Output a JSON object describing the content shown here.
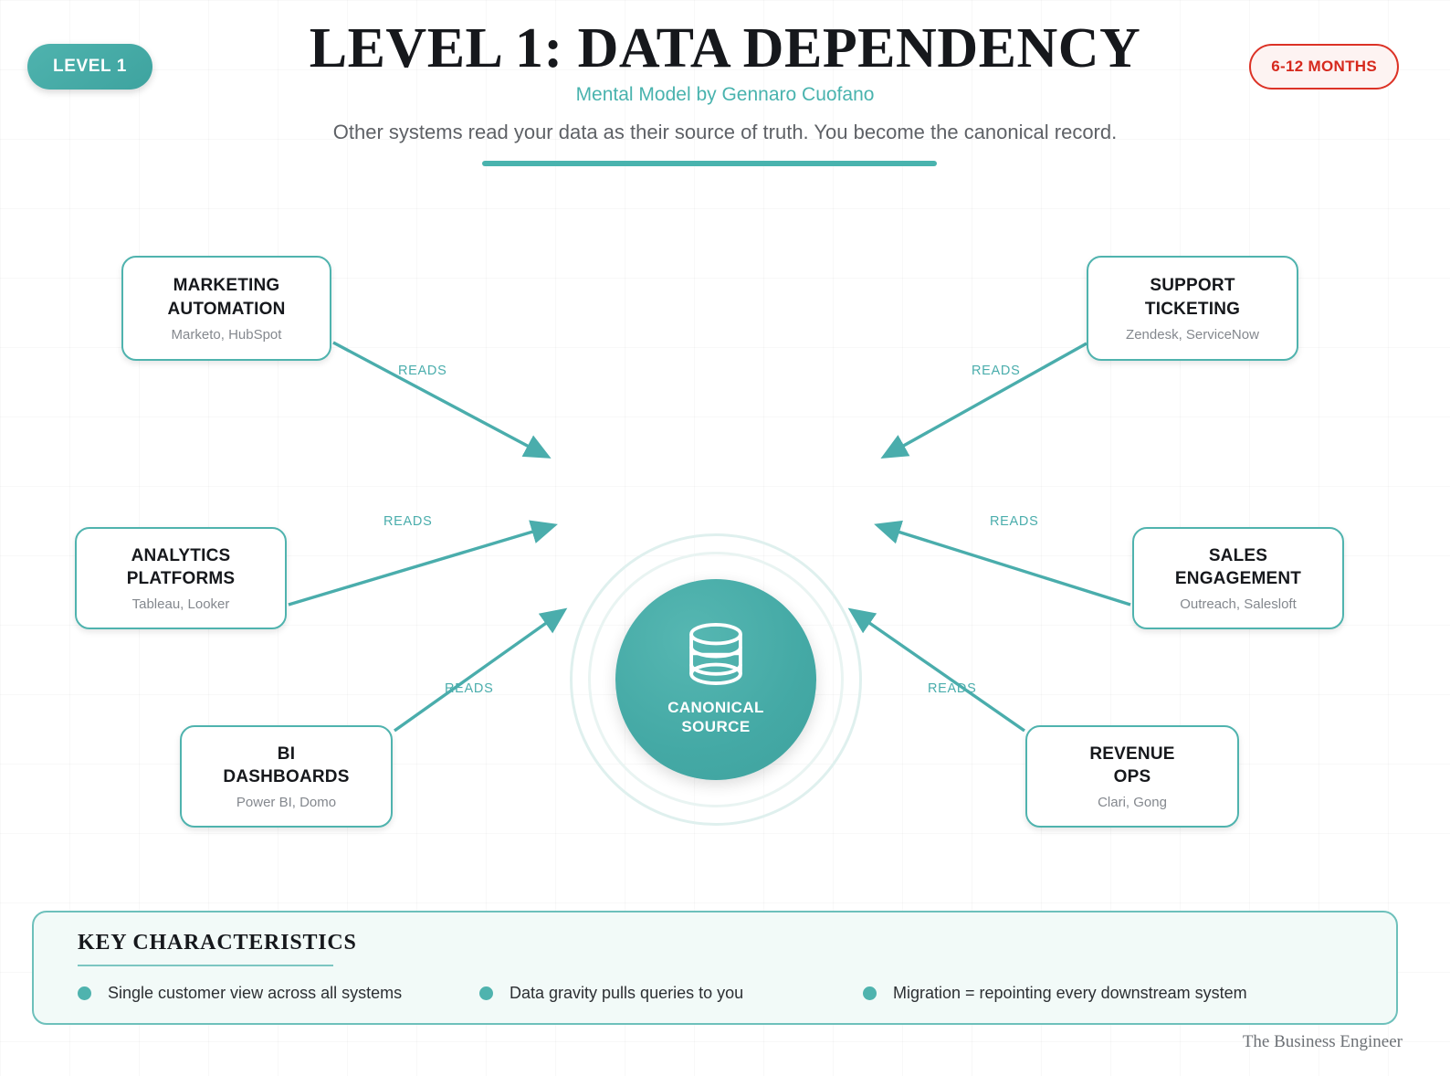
{
  "header": {
    "level_badge": "LEVEL 1",
    "duration_badge": "6-12 MONTHS",
    "title": "LEVEL 1: DATA DEPENDENCY",
    "subtitle": "Mental Model by Gennaro Cuofano",
    "description": "Other systems read your data as their source of truth. You become the canonical record.",
    "accent_color": "#49b3ae",
    "alert_color": "#d6291d"
  },
  "hub": {
    "label_line1": "CANONICAL",
    "label_line2": "SOURCE",
    "icon": "database-cylinder-icon",
    "color": "#44a9a5"
  },
  "nodes": [
    {
      "id": "marketing",
      "title_line1": "MARKETING",
      "title_line2": "AUTOMATION",
      "tools": "Marketo, HubSpot",
      "edge_label": "READS"
    },
    {
      "id": "support",
      "title_line1": "SUPPORT",
      "title_line2": "TICKETING",
      "tools": "Zendesk, ServiceNow",
      "edge_label": "READS"
    },
    {
      "id": "analytics",
      "title_line1": "ANALYTICS",
      "title_line2": "PLATFORMS",
      "tools": "Tableau, Looker",
      "edge_label": "READS"
    },
    {
      "id": "sales",
      "title_line1": "SALES",
      "title_line2": "ENGAGEMENT",
      "tools": "Outreach, Salesloft",
      "edge_label": "READS"
    },
    {
      "id": "bi",
      "title_line1": "BI",
      "title_line2": "DASHBOARDS",
      "tools": "Power BI, Domo",
      "edge_label": "READS"
    },
    {
      "id": "revenue",
      "title_line1": "REVENUE",
      "title_line2": "OPS",
      "tools": "Clari, Gong",
      "edge_label": "READS"
    }
  ],
  "key_characteristics": {
    "heading": "KEY CHARACTERISTICS",
    "items": [
      "Single customer view across all systems",
      "Data gravity pulls queries to you",
      "Migration = repointing every downstream system"
    ]
  },
  "footer": {
    "brand": "The Business Engineer"
  }
}
